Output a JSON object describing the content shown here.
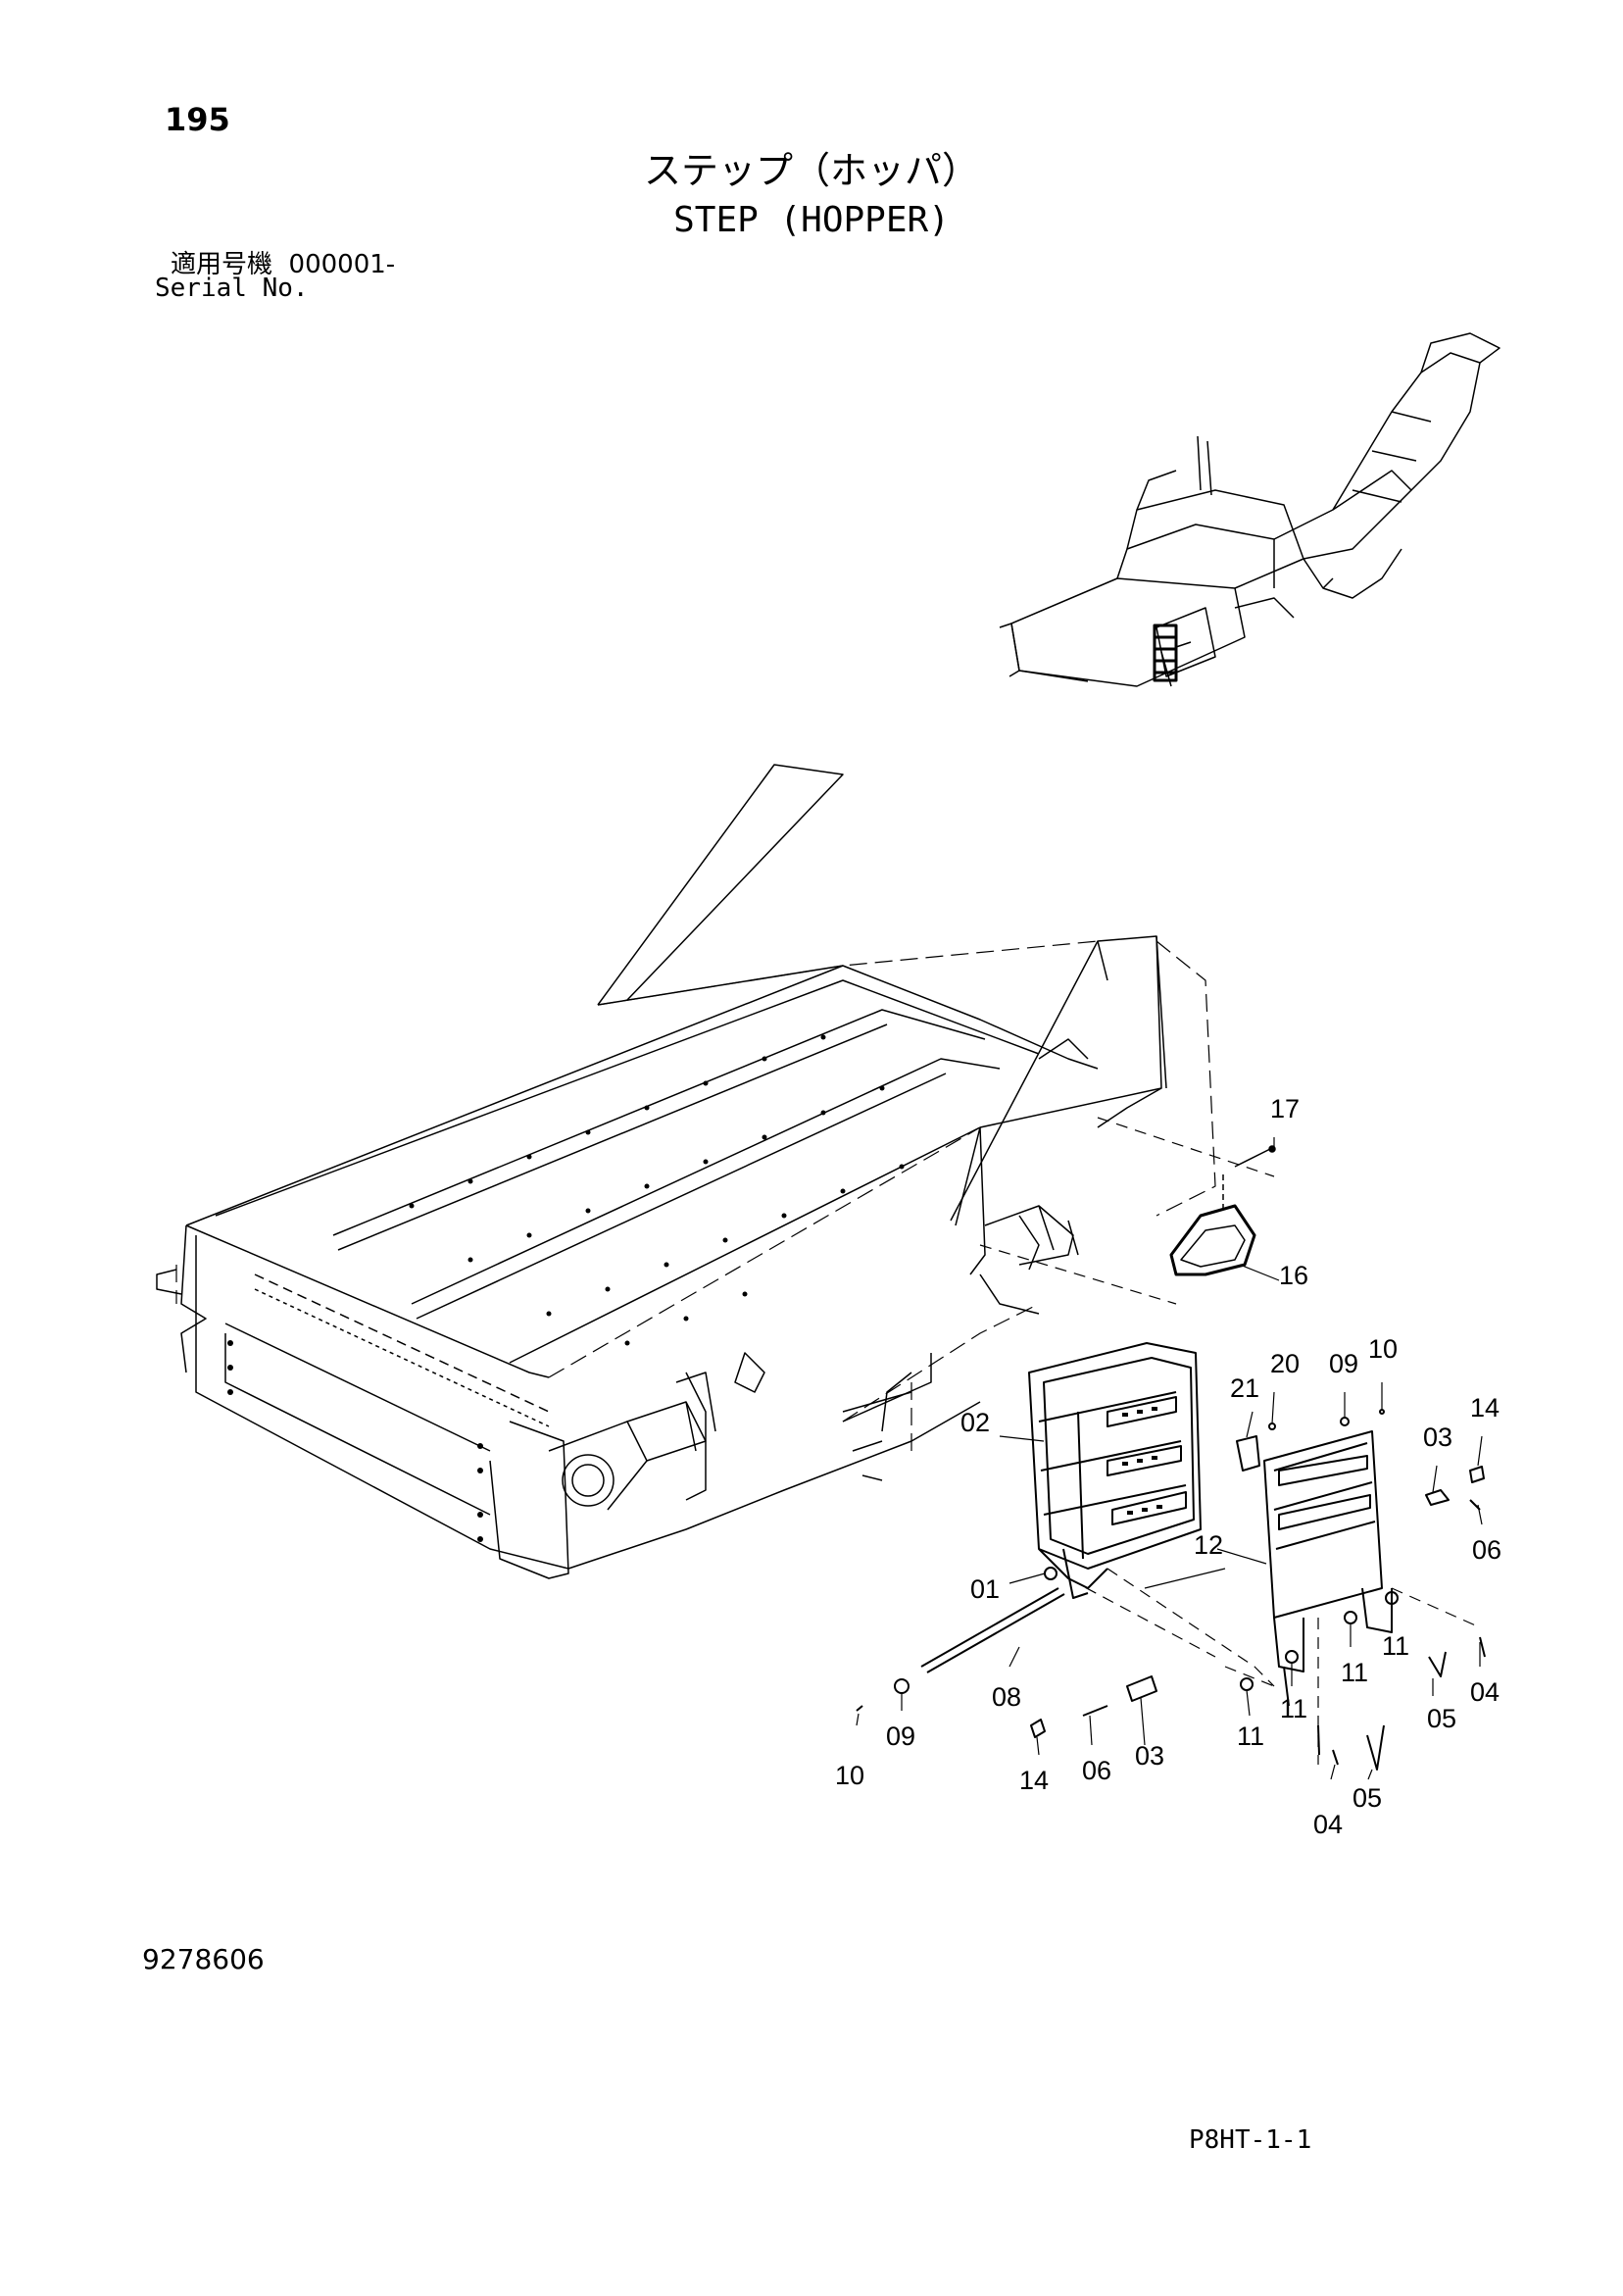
{
  "header": {
    "page_number": "195",
    "title_jp": "ステップ（ホッパ）",
    "title_en": "STEP (HOPPER)",
    "serial_label_jp": "適用号機",
    "serial_value": "000001-",
    "serial_label_en": "Serial No."
  },
  "footer": {
    "document_number": "9278606",
    "sheet_code": "P8HT-1-1"
  },
  "callouts": {
    "c17": "17",
    "c16": "16",
    "c20": "20",
    "c09a": "09",
    "c10a": "10",
    "c21": "21",
    "c02": "02",
    "c14a": "14",
    "c03a": "03",
    "c06a": "06",
    "c12": "12",
    "c01": "01",
    "c11a": "11",
    "c11b": "11",
    "c04a": "04",
    "c05a": "05",
    "c08": "08",
    "c11c": "11",
    "c11d": "11",
    "c09b": "09",
    "c10b": "10",
    "c14b": "14",
    "c06b": "06",
    "c03b": "03",
    "c04b": "04",
    "c05b": "05"
  }
}
